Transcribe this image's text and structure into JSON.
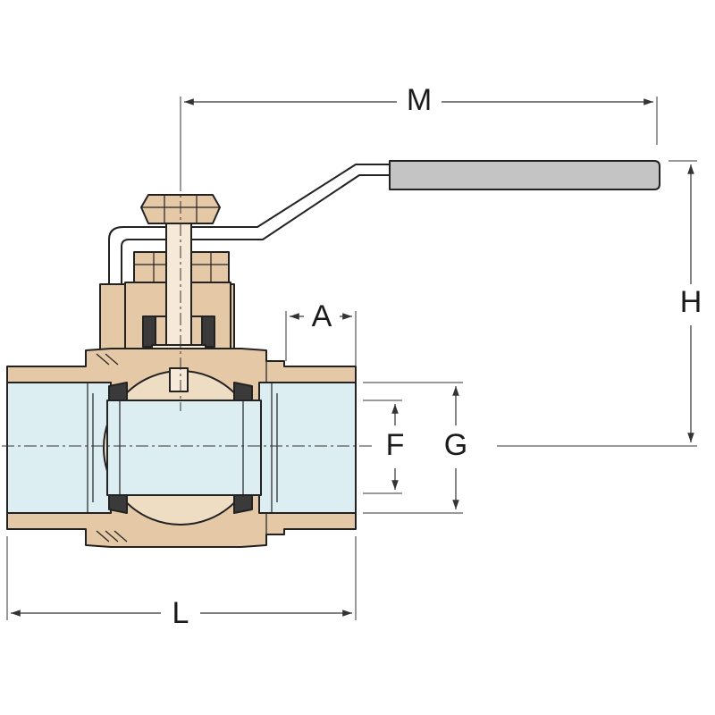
{
  "dimensions": {
    "M": "M",
    "H": "H",
    "A": "A",
    "F": "F",
    "G": "G",
    "L": "L"
  },
  "colors": {
    "body": "#e5c9a6",
    "body_shade": "#d9b88f",
    "bore": "#ddeef2",
    "ball": "#eedcc3",
    "seal": "#3a3a3a",
    "stem": "#f6e9d8",
    "handle_grip": "#c4c4c4",
    "handle_metal": "#ffffff",
    "line": "#222222"
  }
}
